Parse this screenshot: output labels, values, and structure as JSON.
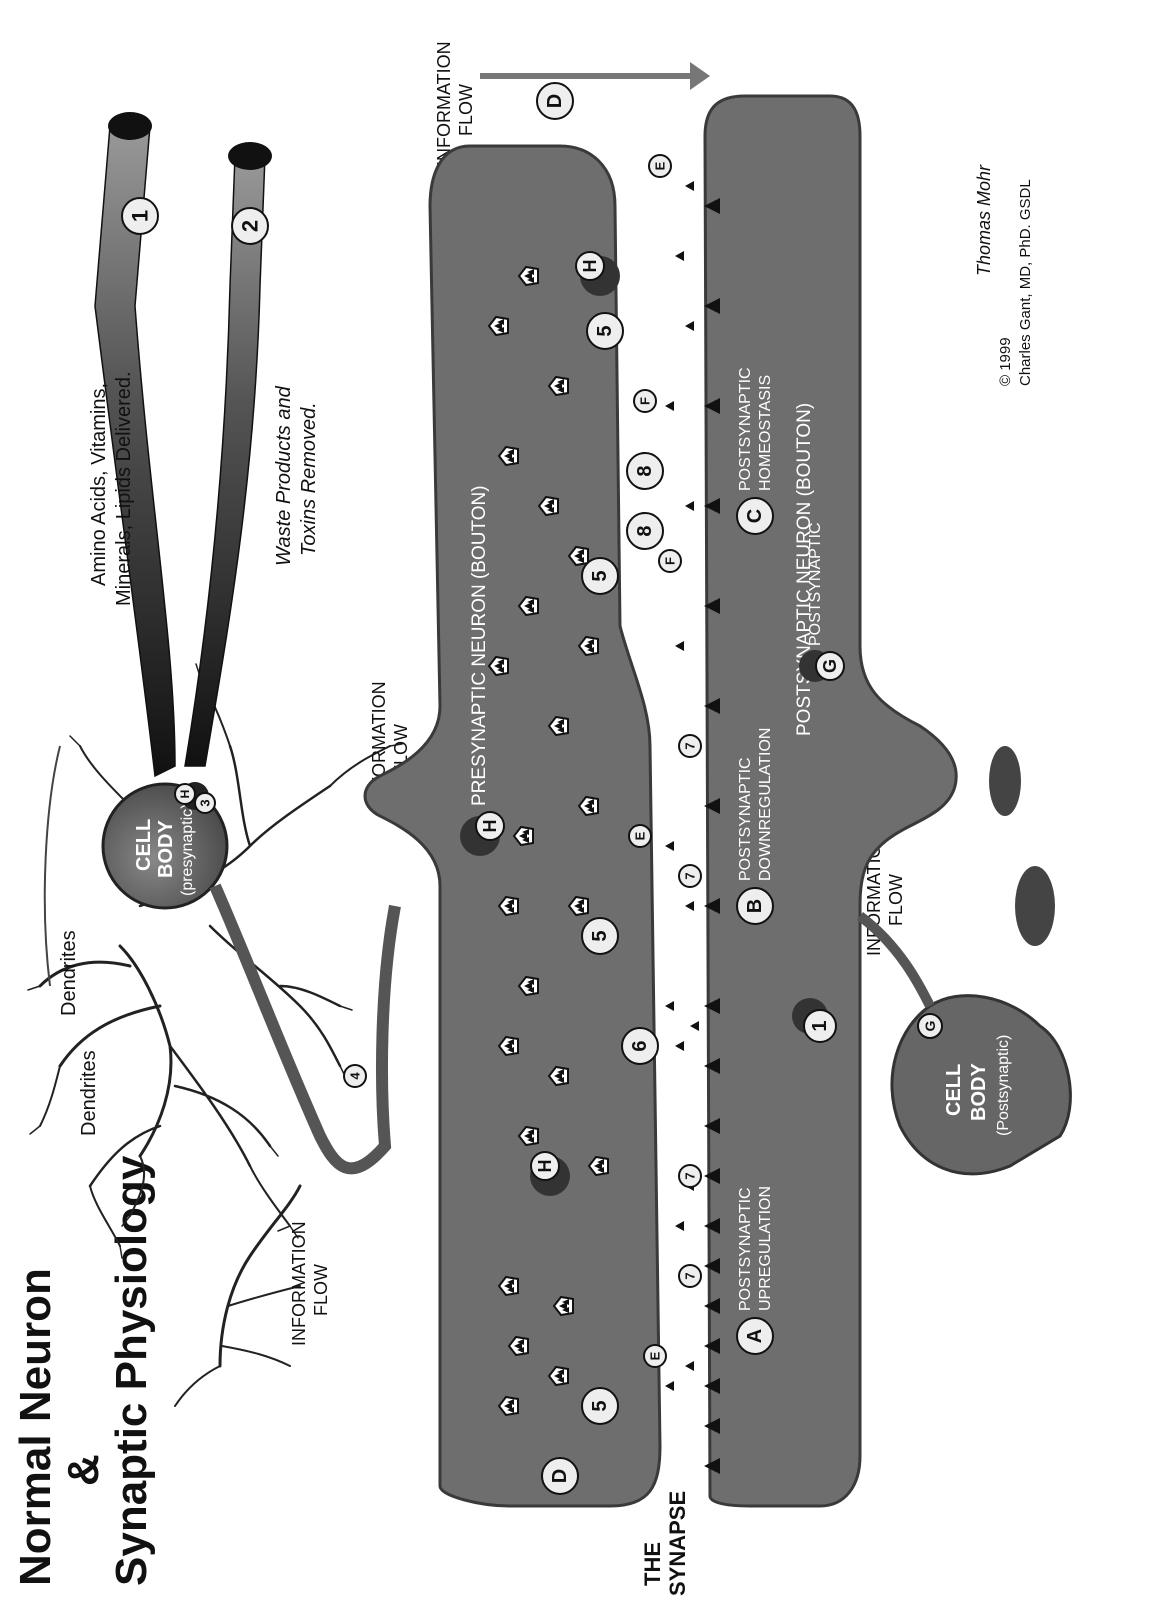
{
  "title": {
    "line1": "Normal Neuron",
    "line2": "&",
    "line3": "Synaptic Physiology"
  },
  "labels": {
    "dendrites_top": "Dendrites",
    "dendrites_left": "Dendrites",
    "cell_body_pre_l1": "CELL",
    "cell_body_pre_l2": "BODY",
    "cell_body_pre_l3": "(presynaptic)",
    "cell_body_post_l1": "CELL",
    "cell_body_post_l2": "BODY",
    "cell_body_post_l3": "(Postsynaptic)",
    "info_flow_l1": "INFORMATION",
    "info_flow_l2": "FLOW",
    "supply_l1": "Amino Acids, Vitamins,",
    "supply_l2": "Minerals, Lipids Delivered.",
    "waste_l1": "Waste Products and",
    "waste_l2": "Toxins Removed.",
    "presynaptic": "PRESYNAPTIC NEURON  (BOUTON)",
    "postsynaptic": "POSTSYNAPTIC NEURON  (BOUTON)",
    "synapse_l1": "THE",
    "synapse_l2": "SYNAPSE",
    "a_l1": "POSTSYNAPTIC",
    "a_l2": "UPREGULATION",
    "b_l1": "POSTSYNAPTIC",
    "b_l2": "DOWNREGULATION",
    "c_l1": "POSTSYNAPTIC",
    "c_l2": "HOMEOSTASIS",
    "g_l1": "POSTSYNAPTIC",
    "copyright": "© 1999",
    "signature": "Thomas Mohr",
    "credit": "Charles Gant, MD, PhD.  GSDL"
  },
  "markers": {
    "one": "1",
    "two": "2",
    "three": "3",
    "four": "4",
    "five": "5",
    "six": "6",
    "seven": "7",
    "eight": "8",
    "A": "A",
    "B": "B",
    "C": "C",
    "D": "D",
    "E": "E",
    "F": "F",
    "G": "G",
    "H": "H"
  },
  "colors": {
    "neuron": "#6e6e6e",
    "neuron_edge": "#3a3a3a",
    "background": "#ffffff",
    "text": "#111111"
  }
}
